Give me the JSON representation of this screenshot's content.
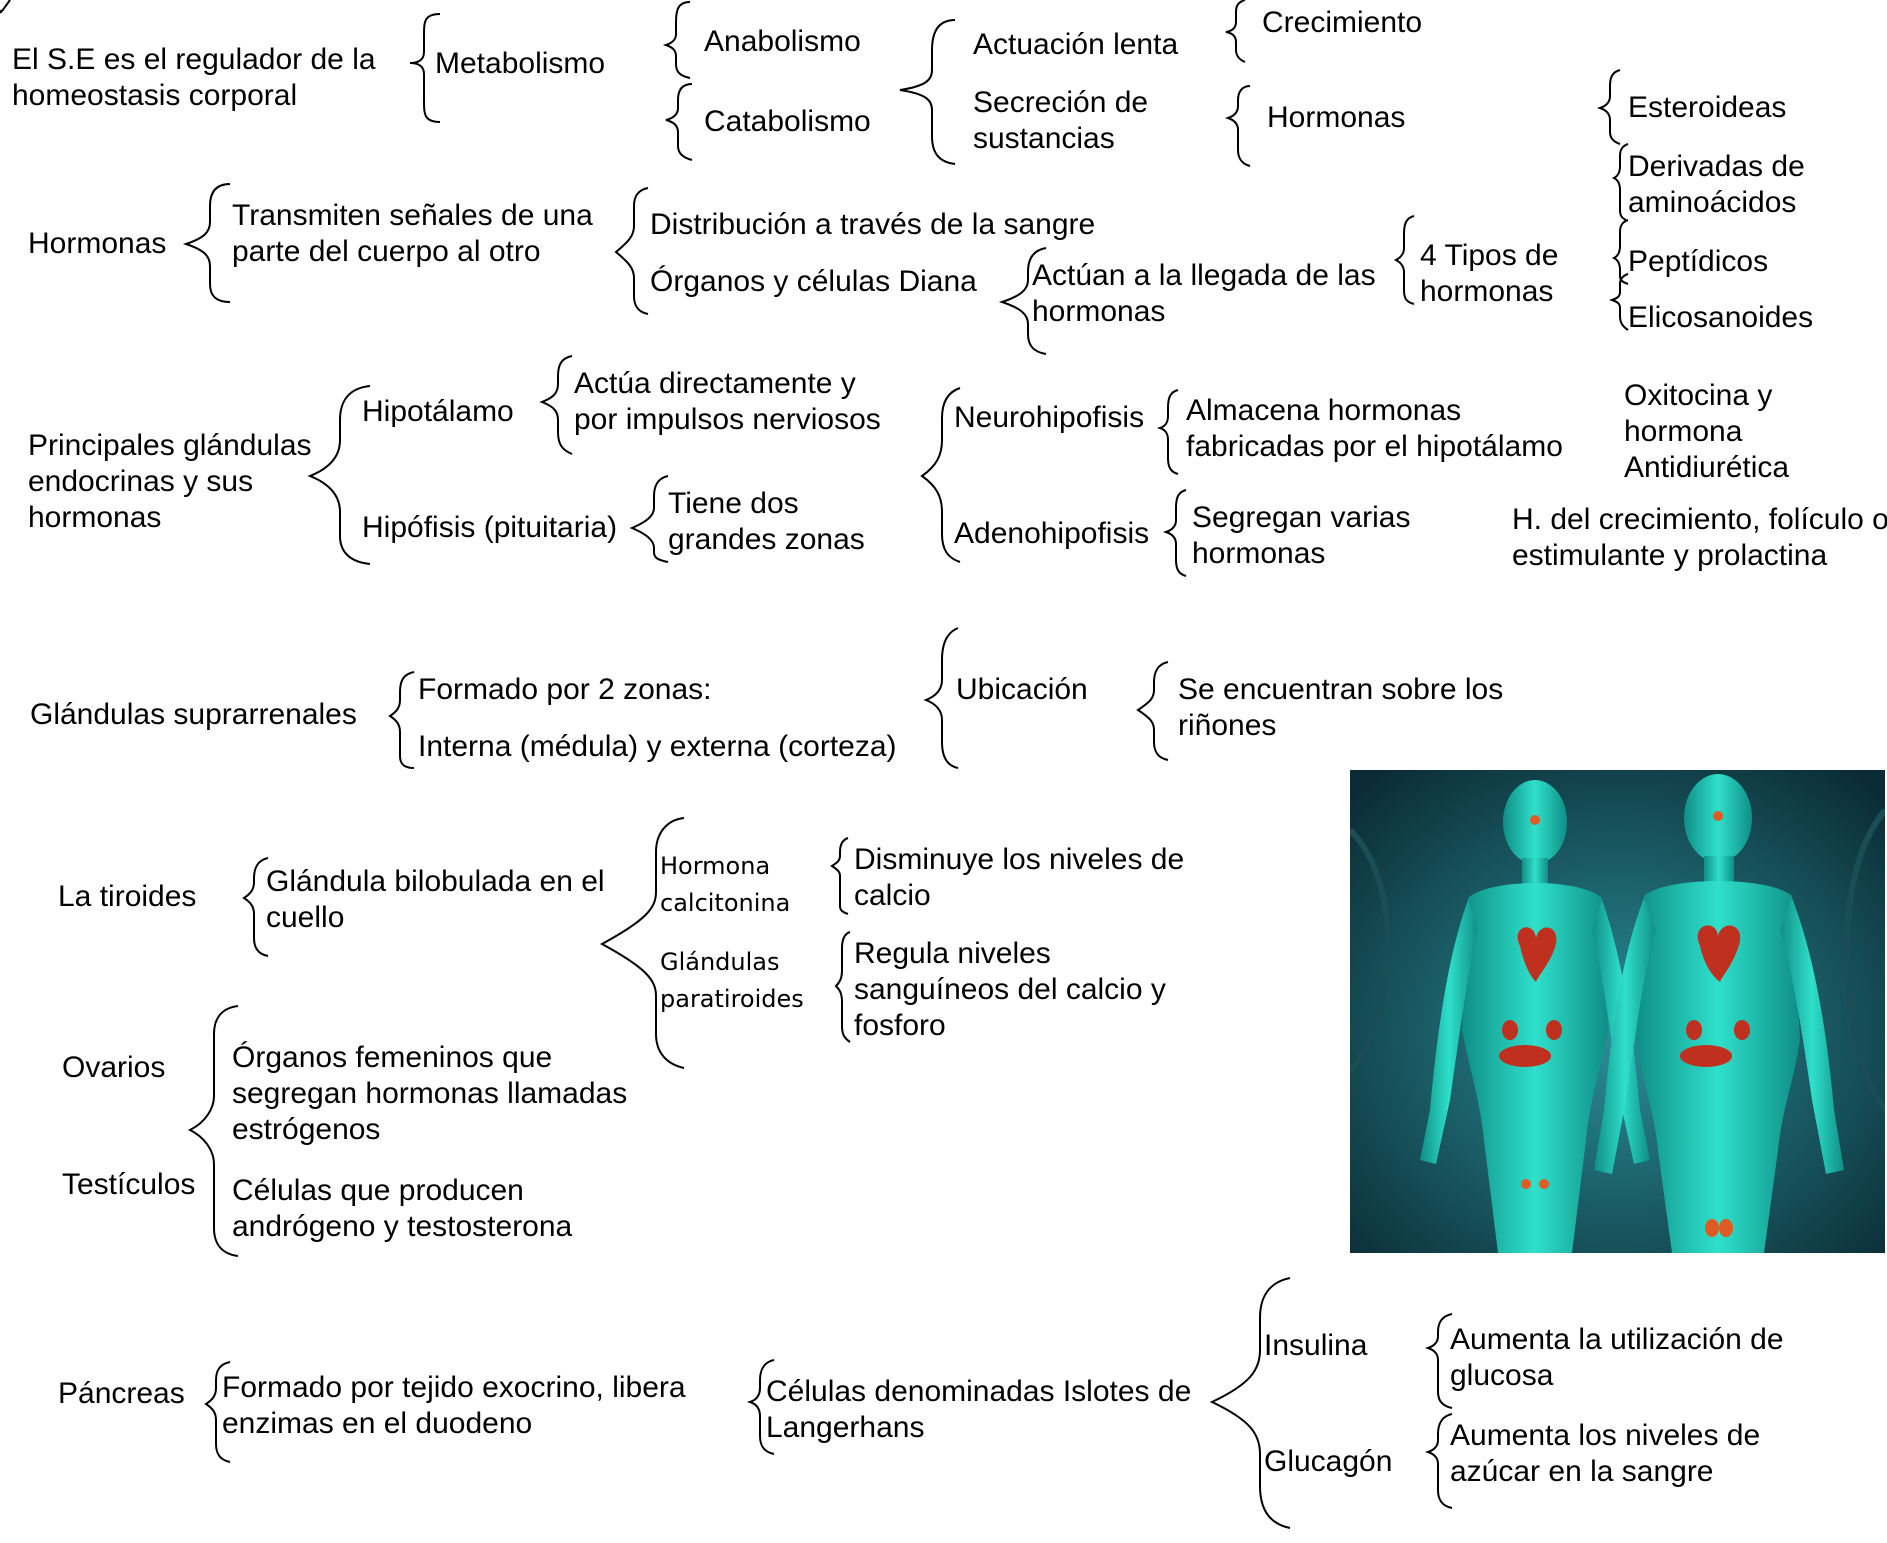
{
  "nodes": {
    "se_regulator": "El S.E es el regulador de la\nhomeostasis corporal",
    "metabolismo": "Metabolismo",
    "anabolismo": "Anabolismo",
    "catabolismo": "Catabolismo",
    "actuacion_lenta": "Actuación lenta",
    "secrecion": "Secreción de\nsustancias",
    "crecimiento": "Crecimiento",
    "hormonas_1": "Hormonas",
    "esteroideas": "Esteroideas",
    "derivadas": "Derivadas de\naminoácidos",
    "peptidicos": "Peptídicos",
    "elicosanoides": "Elicosanoides",
    "hormonas_2": "Hormonas",
    "transmiten": "Transmiten señales de una\nparte del cuerpo al otro",
    "distribucion": "Distribución a través de la sangre",
    "organos_diana": "Órganos y células Diana",
    "actuan": "Actúan a la llegada de las\nhormonas",
    "cuatro_tipos": "4 Tipos de\nhormonas",
    "principales": "Principales glándulas\nendocrinas y sus\nhormonas",
    "hipotalamo": "Hipotálamo",
    "actua_directamente": "Actúa directamente y\npor impulsos nerviosos",
    "hipofisis": "Hipófisis (pituitaria)",
    "dos_zonas": "Tiene dos\ngrandes zonas",
    "neurohipofisis": "Neurohipofisis",
    "adenohipofisis": "Adenohipofisis",
    "almacena": "Almacena hormonas\nfabricadas por el hipotálamo",
    "segregan_varias": "Segregan varias\nhormonas",
    "oxitocina": "Oxitocina y\nhormona\nAntidiurética",
    "h_crecimiento": "H. del crecimiento, folículo o\nestimulante y prolactina",
    "suprarrenales": "Glándulas suprarrenales",
    "formado_2_zonas": "Formado por 2 zonas:",
    "interna_externa": "Interna (médula) y externa (corteza)",
    "ubicacion": "Ubicación",
    "rinones": "Se encuentran sobre los\nriñones",
    "tiroides": "La tiroides",
    "bilobulada": "Glándula bilobulada en el\ncuello",
    "calcitonina": "Hormona\ncalcitonina",
    "paratiroides": "Glándulas\nparatiroides",
    "disminuye": "Disminuye los niveles de\ncalcio",
    "regula": "Regula niveles\nsanguíneos del calcio y\nfosforo",
    "ovarios": "Ovarios",
    "testiculos": "Testículos",
    "organos_femeninos": "Órganos femeninos que\nsegregan hormonas llamadas\nestrógenos",
    "celulas_producen": "Células que producen\nandrógeno y testosterona",
    "pancreas": "Páncreas",
    "tejido_exocrino": "Formado por tejido exocrino, libera\nenzimas en el duodeno",
    "islotes": "Células denominadas Islotes de\nLangerhans",
    "insulina": "Insulina",
    "glucagon": "Glucagón",
    "aumenta_glucosa": "Aumenta la utilización de\nglucosa",
    "aumenta_azucar": "Aumenta los niveles de\nazúcar en la sangre"
  },
  "figure": {
    "icon": "human-anatomy-endocrine-illustration",
    "colors": {
      "background": "#0e3a45",
      "body": "#1fc7b6",
      "organ": "#c0301e"
    }
  }
}
